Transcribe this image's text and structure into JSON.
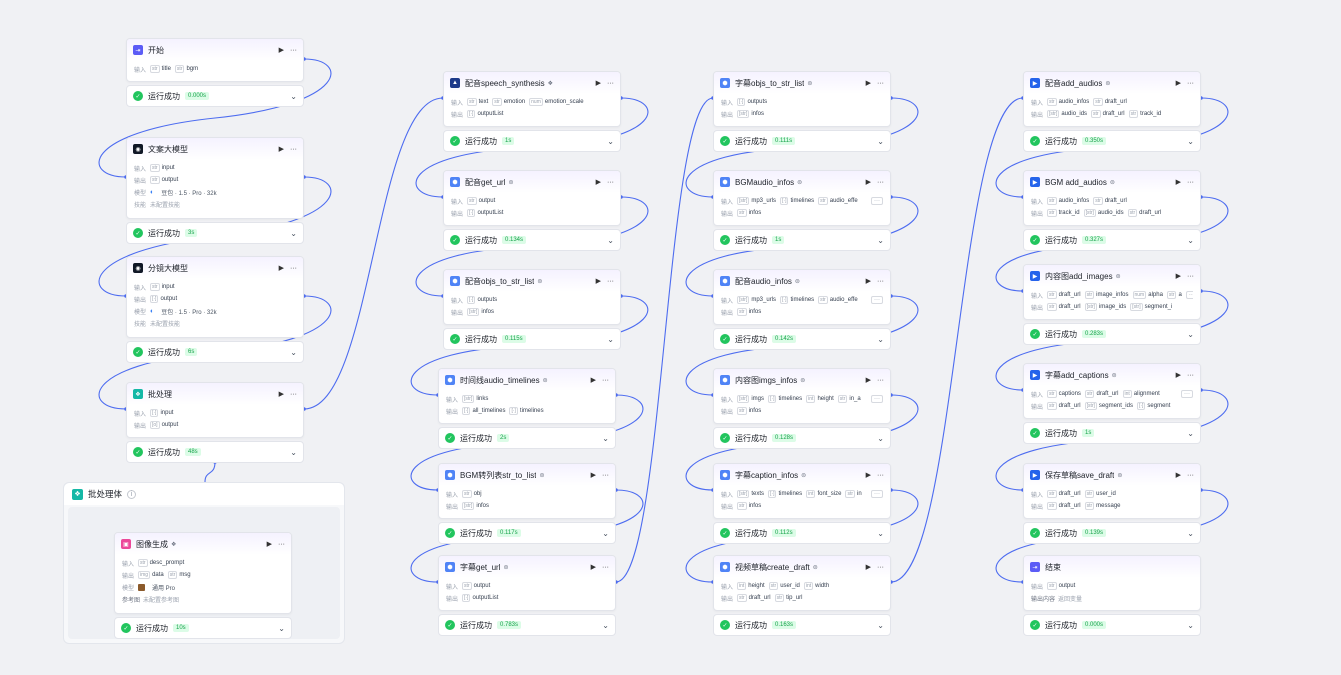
{
  "status_text": "运行成功",
  "colors": {
    "edge": "#4d6cf0",
    "success": "#22c55e",
    "accent": "#6d5dfc"
  },
  "group": {
    "title": "批处理体",
    "icon": "batch-body-icon",
    "info_icon": "ⓘ"
  },
  "nodes": [
    {
      "id": "start",
      "title": "开始",
      "icon": "start-icon",
      "icon_bg": "#5b5bf6",
      "glyph": "⇥",
      "time": "0.000s",
      "badge": "",
      "rows": [
        {
          "label": "输入",
          "items": [
            {
              "t": "str",
              "v": "title"
            },
            {
              "t": "str",
              "v": "bgm"
            }
          ]
        }
      ]
    },
    {
      "id": "llm1",
      "title": "文案大模型",
      "icon": "llm-icon",
      "icon_bg": "#111827",
      "glyph": "◉",
      "time": "3s",
      "badge": "",
      "rows": [
        {
          "label": "输入",
          "items": [
            {
              "t": "str",
              "v": "input"
            }
          ]
        },
        {
          "label": "输出",
          "items": [
            {
              "t": "str",
              "v": "output"
            }
          ]
        },
        {
          "label": "模型",
          "model": "豆包 · 1.5 · Pro · 32k"
        },
        {
          "label": "技能",
          "plain": "未配置技能"
        }
      ]
    },
    {
      "id": "llm2",
      "title": "分镜大模型",
      "icon": "llm-icon",
      "icon_bg": "#111827",
      "glyph": "◉",
      "time": "6s",
      "badge": "",
      "rows": [
        {
          "label": "输入",
          "items": [
            {
              "t": "str",
              "v": "input"
            }
          ]
        },
        {
          "label": "输出",
          "items": [
            {
              "t": "[·]",
              "v": "output"
            }
          ]
        },
        {
          "label": "模型",
          "model": "豆包 · 1.5 · Pro · 32k"
        },
        {
          "label": "技能",
          "plain": "未配置技能"
        }
      ]
    },
    {
      "id": "batch",
      "title": "批处理",
      "icon": "batch-icon",
      "icon_bg": "#14b8a6",
      "glyph": "❖",
      "time": "48s",
      "badge": "",
      "rows": [
        {
          "label": "输入",
          "items": [
            {
              "t": "[·]",
              "v": "input"
            }
          ]
        },
        {
          "label": "输出",
          "items": [
            {
              "t": "[o]",
              "v": "output"
            }
          ]
        }
      ]
    },
    {
      "id": "imggen",
      "title": "图像生成",
      "icon": "image-gen-icon",
      "icon_bg": "#ec4899",
      "glyph": "▣",
      "time": "10s",
      "badge": "❖",
      "rows": [
        {
          "label": "输入",
          "items": [
            {
              "t": "str",
              "v": "desc_prompt"
            }
          ]
        },
        {
          "label": "输出",
          "items": [
            {
              "t": "img",
              "v": "data"
            },
            {
              "t": "str",
              "v": "msg"
            }
          ]
        },
        {
          "label": "模型",
          "pro": "通用 Pro"
        },
        {
          "label": "参考图",
          "plain": "未配置参考图"
        }
      ]
    },
    {
      "id": "c2n1",
      "title": "配音speech_synthesis",
      "icon": "speech-icon",
      "icon_bg": "#1e3a8a",
      "glyph": "▲",
      "time": "1s",
      "badge": "❖",
      "rows": [
        {
          "label": "输入",
          "items": [
            {
              "t": "str",
              "v": "text"
            },
            {
              "t": "str",
              "v": "emotion"
            },
            {
              "t": "num",
              "v": "emotion_scale"
            }
          ]
        },
        {
          "label": "输出",
          "items": [
            {
              "t": "[·]",
              "v": "outputList"
            }
          ]
        }
      ]
    },
    {
      "id": "c2n2",
      "title": "配音get_url",
      "icon": "plugin-icon",
      "icon_bg": "#4f83f6",
      "glyph": "⬢",
      "time": "0.134s",
      "badge": "⊜",
      "rows": [
        {
          "label": "输入",
          "items": [
            {
              "t": "str",
              "v": "output"
            }
          ]
        },
        {
          "label": "输出",
          "items": [
            {
              "t": "[·]",
              "v": "outputList"
            }
          ]
        }
      ]
    },
    {
      "id": "c2n3",
      "title": "配音objs_to_str_list",
      "icon": "plugin-icon",
      "icon_bg": "#4f83f6",
      "glyph": "⬢",
      "time": "0.115s",
      "badge": "⊜",
      "rows": [
        {
          "label": "输入",
          "items": [
            {
              "t": "[·]",
              "v": "outputs"
            }
          ]
        },
        {
          "label": "输出",
          "items": [
            {
              "t": "[str]",
              "v": "infos"
            }
          ]
        }
      ]
    },
    {
      "id": "c2n4",
      "title": "时间线audio_timelines",
      "icon": "plugin-icon",
      "icon_bg": "#4f83f6",
      "glyph": "⬢",
      "time": "2s",
      "badge": "⊜",
      "rows": [
        {
          "label": "输入",
          "items": [
            {
              "t": "[str]",
              "v": "links"
            }
          ]
        },
        {
          "label": "输出",
          "items": [
            {
              "t": "[·]",
              "v": "all_timelines"
            },
            {
              "t": "[·]",
              "v": "timelines"
            }
          ]
        }
      ]
    },
    {
      "id": "c2n5",
      "title": "BGM转列表str_to_list",
      "icon": "plugin-icon",
      "icon_bg": "#4f83f6",
      "glyph": "⬢",
      "time": "0.117s",
      "badge": "⊜",
      "rows": [
        {
          "label": "输入",
          "items": [
            {
              "t": "str",
              "v": "obj"
            }
          ]
        },
        {
          "label": "输出",
          "items": [
            {
              "t": "[str]",
              "v": "infos"
            }
          ]
        }
      ]
    },
    {
      "id": "c2n6",
      "title": "字幕get_url",
      "icon": "plugin-icon",
      "icon_bg": "#4f83f6",
      "glyph": "⬢",
      "time": "0.783s",
      "badge": "⊜",
      "rows": [
        {
          "label": "输入",
          "items": [
            {
              "t": "str",
              "v": "output"
            }
          ]
        },
        {
          "label": "输出",
          "items": [
            {
              "t": "[·]",
              "v": "outputList"
            }
          ]
        }
      ]
    },
    {
      "id": "c3n1",
      "title": "字幕objs_to_str_list",
      "icon": "plugin-icon",
      "icon_bg": "#4f83f6",
      "glyph": "⬢",
      "time": "0.111s",
      "badge": "⊜",
      "rows": [
        {
          "label": "输入",
          "items": [
            {
              "t": "[·]",
              "v": "outputs"
            }
          ]
        },
        {
          "label": "输出",
          "items": [
            {
              "t": "[str]",
              "v": "infos"
            }
          ]
        }
      ]
    },
    {
      "id": "c3n2",
      "title": "BGMaudio_infos",
      "icon": "plugin-icon",
      "icon_bg": "#4f83f6",
      "glyph": "⬢",
      "time": "1s",
      "badge": "⊜",
      "more": "···",
      "rows": [
        {
          "label": "输入",
          "items": [
            {
              "t": "[str]",
              "v": "mp3_urls"
            },
            {
              "t": "[·]",
              "v": "timelines"
            },
            {
              "t": "str",
              "v": "audio_effe"
            }
          ]
        },
        {
          "label": "输出",
          "items": [
            {
              "t": "str",
              "v": "infos"
            }
          ]
        }
      ]
    },
    {
      "id": "c3n3",
      "title": "配音audio_infos",
      "icon": "plugin-icon",
      "icon_bg": "#4f83f6",
      "glyph": "⬢",
      "time": "0.142s",
      "badge": "⊜",
      "more": "···",
      "rows": [
        {
          "label": "输入",
          "items": [
            {
              "t": "[str]",
              "v": "mp3_urls"
            },
            {
              "t": "[·]",
              "v": "timelines"
            },
            {
              "t": "str",
              "v": "audio_effe"
            }
          ]
        },
        {
          "label": "输出",
          "items": [
            {
              "t": "str",
              "v": "infos"
            }
          ]
        }
      ]
    },
    {
      "id": "c3n4",
      "title": "内容图imgs_infos",
      "icon": "plugin-icon",
      "icon_bg": "#4f83f6",
      "glyph": "⬢",
      "time": "0.128s",
      "badge": "⊜",
      "more": "···",
      "rows": [
        {
          "label": "输入",
          "items": [
            {
              "t": "[str]",
              "v": "imgs"
            },
            {
              "t": "[·]",
              "v": "timelines"
            },
            {
              "t": "int",
              "v": "height"
            },
            {
              "t": "str",
              "v": "in_a"
            }
          ]
        },
        {
          "label": "输出",
          "items": [
            {
              "t": "str",
              "v": "infos"
            }
          ]
        }
      ]
    },
    {
      "id": "c3n5",
      "title": "字幕caption_infos",
      "icon": "plugin-icon",
      "icon_bg": "#4f83f6",
      "glyph": "⬢",
      "time": "0.112s",
      "badge": "⊜",
      "more": "···",
      "rows": [
        {
          "label": "输入",
          "items": [
            {
              "t": "[str]",
              "v": "texts"
            },
            {
              "t": "[·]",
              "v": "timelines"
            },
            {
              "t": "int",
              "v": "font_size"
            },
            {
              "t": "str",
              "v": "in"
            }
          ]
        },
        {
          "label": "输出",
          "items": [
            {
              "t": "str",
              "v": "infos"
            }
          ]
        }
      ]
    },
    {
      "id": "c3n6",
      "title": "视频草稿create_draft",
      "icon": "plugin-icon",
      "icon_bg": "#4f83f6",
      "glyph": "⬢",
      "time": "0.163s",
      "badge": "⊜",
      "rows": [
        {
          "label": "输入",
          "items": [
            {
              "t": "int",
              "v": "height"
            },
            {
              "t": "str",
              "v": "user_id"
            },
            {
              "t": "int",
              "v": "width"
            }
          ]
        },
        {
          "label": "输出",
          "items": [
            {
              "t": "str",
              "v": "draft_url"
            },
            {
              "t": "str",
              "v": "tip_url"
            }
          ]
        }
      ]
    },
    {
      "id": "c4n1",
      "title": "配音add_audios",
      "icon": "plugin-icon",
      "icon_bg": "#2563eb",
      "glyph": "▶",
      "time": "0.350s",
      "badge": "⊜",
      "rows": [
        {
          "label": "输入",
          "items": [
            {
              "t": "str",
              "v": "audio_infos"
            },
            {
              "t": "str",
              "v": "draft_url"
            }
          ]
        },
        {
          "label": "输出",
          "items": [
            {
              "t": "[str]",
              "v": "audio_ids"
            },
            {
              "t": "str",
              "v": "draft_url"
            },
            {
              "t": "str",
              "v": "track_id"
            }
          ]
        }
      ]
    },
    {
      "id": "c4n2",
      "title": "BGM add_audios",
      "icon": "plugin-icon",
      "icon_bg": "#2563eb",
      "glyph": "▶",
      "time": "0.327s",
      "badge": "⊜",
      "rows": [
        {
          "label": "输入",
          "items": [
            {
              "t": "str",
              "v": "audio_infos"
            },
            {
              "t": "str",
              "v": "draft_url"
            }
          ]
        },
        {
          "label": "输出",
          "items": [
            {
              "t": "str",
              "v": "track_id"
            },
            {
              "t": "[str]",
              "v": "audio_ids"
            },
            {
              "t": "str",
              "v": "draft_url"
            }
          ]
        }
      ]
    },
    {
      "id": "c4n3",
      "title": "内容图add_images",
      "icon": "plugin-icon",
      "icon_bg": "#2563eb",
      "glyph": "▶",
      "time": "0.283s",
      "badge": "⊜",
      "more": "···",
      "rows": [
        {
          "label": "输入",
          "items": [
            {
              "t": "str",
              "v": "draft_url"
            },
            {
              "t": "str",
              "v": "image_infos"
            },
            {
              "t": "num",
              "v": "alpha"
            },
            {
              "t": "str",
              "v": "a"
            }
          ]
        },
        {
          "label": "输出",
          "items": [
            {
              "t": "str",
              "v": "draft_url"
            },
            {
              "t": "[str]",
              "v": "image_ids"
            },
            {
              "t": "[str]",
              "v": "segment_i"
            }
          ]
        }
      ]
    },
    {
      "id": "c4n4",
      "title": "字幕add_captions",
      "icon": "plugin-icon",
      "icon_bg": "#2563eb",
      "glyph": "▶",
      "time": "1s",
      "badge": "⊜",
      "more": "···",
      "rows": [
        {
          "label": "输入",
          "items": [
            {
              "t": "str",
              "v": "captions"
            },
            {
              "t": "str",
              "v": "draft_url"
            },
            {
              "t": "int",
              "v": "alignment"
            }
          ]
        },
        {
          "label": "输出",
          "items": [
            {
              "t": "str",
              "v": "draft_url"
            },
            {
              "t": "[str]",
              "v": "segment_ids"
            },
            {
              "t": "[·]",
              "v": "segment"
            }
          ]
        }
      ]
    },
    {
      "id": "c4n5",
      "title": "保存草稿save_draft",
      "icon": "plugin-icon",
      "icon_bg": "#2563eb",
      "glyph": "▶",
      "time": "0.139s",
      "badge": "⊜",
      "rows": [
        {
          "label": "输入",
          "items": [
            {
              "t": "str",
              "v": "draft_url"
            },
            {
              "t": "str",
              "v": "user_id"
            }
          ]
        },
        {
          "label": "输出",
          "items": [
            {
              "t": "str",
              "v": "draft_url"
            },
            {
              "t": "str",
              "v": "message"
            }
          ]
        }
      ]
    },
    {
      "id": "end",
      "title": "结束",
      "icon": "end-icon",
      "icon_bg": "#5b5bf6",
      "glyph": "⇥",
      "time": "0.000s",
      "badge": "",
      "noactions": true,
      "rows": [
        {
          "label": "输出",
          "items": [
            {
              "t": "str",
              "v": "output"
            }
          ]
        },
        {
          "label": "输出内容",
          "plain": "返回变量"
        }
      ]
    }
  ]
}
